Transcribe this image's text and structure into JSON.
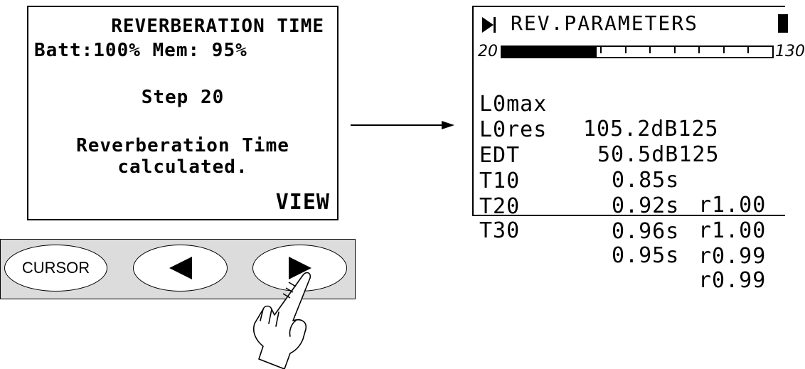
{
  "left_screen": {
    "title": "REVERBERATION TIME",
    "status": "Batt:100%  Mem: 95%",
    "step": "Step 20",
    "message_line1": "Reverberation Time",
    "message_line2": "calculated.",
    "softkey": "VIEW"
  },
  "right_screen": {
    "title": "REV.PARAMETERS",
    "bar_min": "20",
    "bar_max": "130",
    "bar_fill_fraction": 0.35,
    "rows": [
      {
        "name": "L0max",
        "value": "105.2dB125"
      },
      {
        "name": "L0res",
        "value": "50.5dB125"
      },
      {
        "name": "EDT",
        "value": "0.85s",
        "r": "r1.00"
      },
      {
        "name": "T10",
        "value": "0.92s",
        "r": "r1.00"
      },
      {
        "name": "T20",
        "value": "0.96s",
        "r": "r0.99"
      },
      {
        "name": "T30",
        "value": "0.95s",
        "r": "r0.99"
      }
    ]
  },
  "keypad": {
    "cursor_label": "CURSOR",
    "left_icon": "left-triangle-icon",
    "right_icon": "right-triangle-icon"
  },
  "icons": {
    "hand": "pointing-hand-icon",
    "arrow": "right-arrow-icon",
    "play": "play-bar-icon",
    "battery": "battery-icon"
  }
}
